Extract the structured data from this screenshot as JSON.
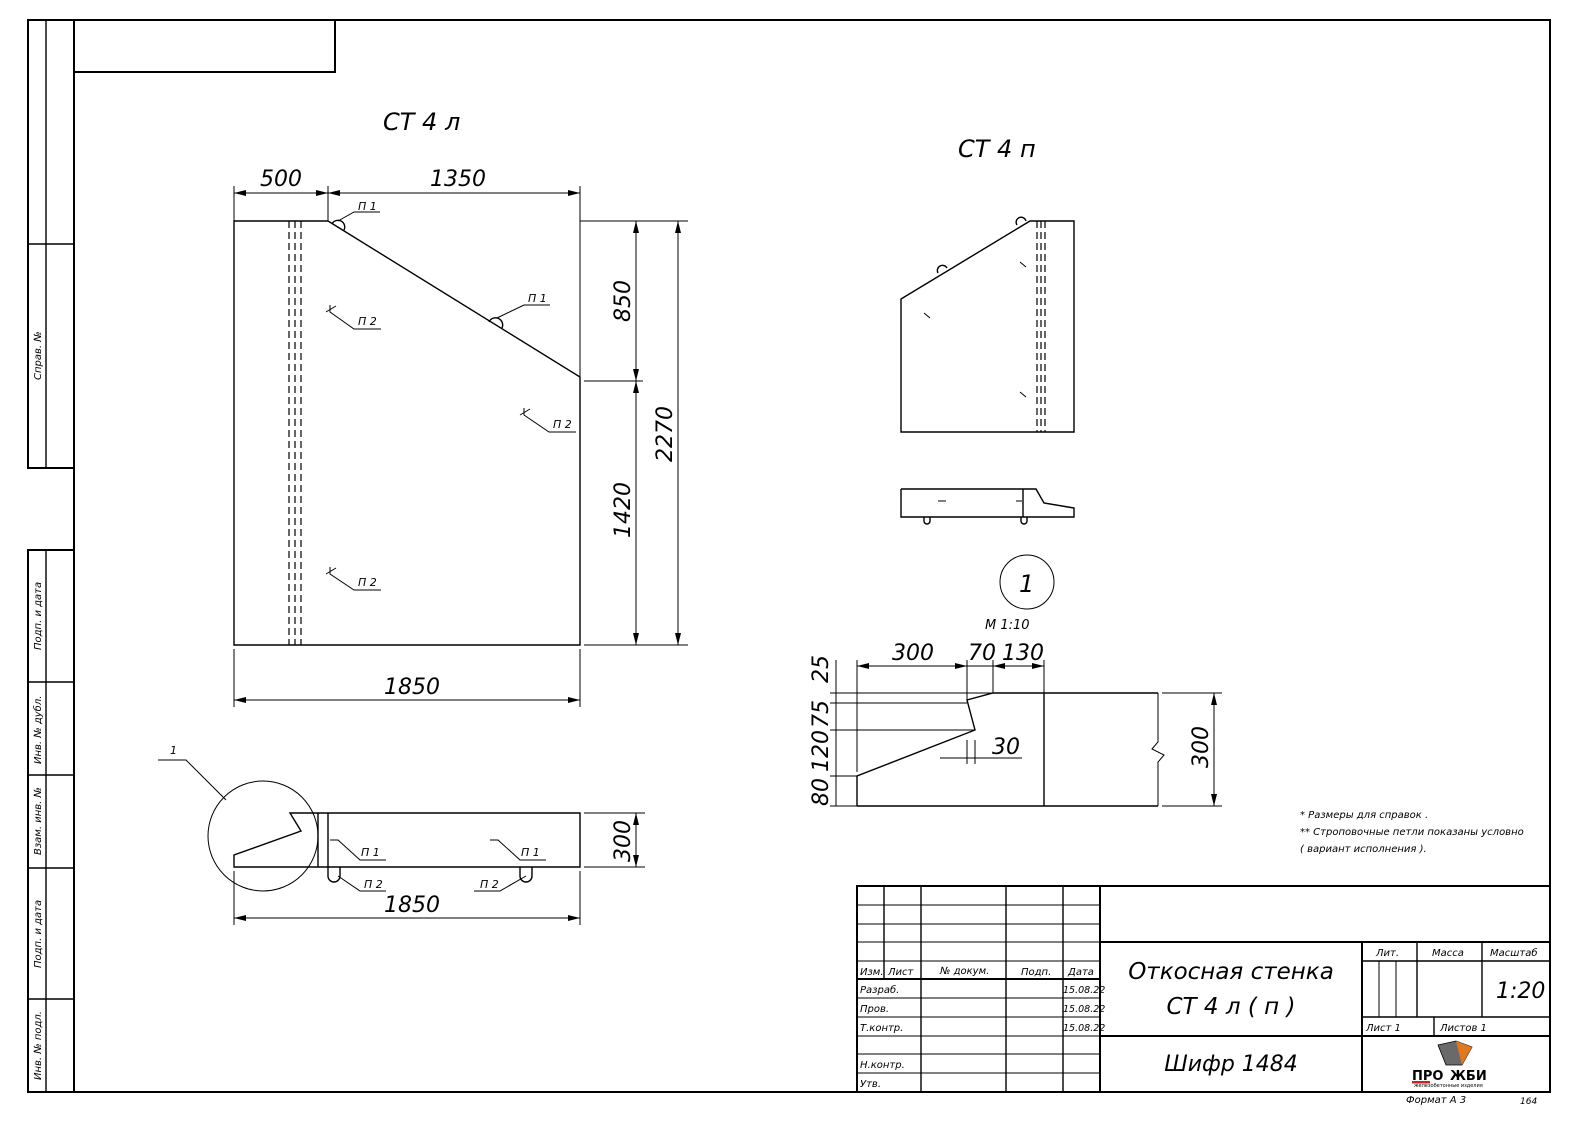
{
  "views": {
    "left_title": "СТ 4 л",
    "right_title": "СТ 4 п",
    "detail_number": "1",
    "detail_scale": "М  1:10"
  },
  "dims": {
    "w500": "500",
    "w1350": "1350",
    "h850": "850",
    "h1420": "1420",
    "h2270": "2270",
    "w1850": "1850",
    "w1850b": "1850",
    "h300": "300",
    "d300": "300",
    "d70": "70",
    "d130": "130",
    "d25": "25",
    "d75": "75",
    "d120": "120",
    "d80": "80",
    "d30": "30",
    "d300v": "300"
  },
  "labels": {
    "p1": "П 1",
    "p2": "П 2",
    "leader1": "1"
  },
  "notes": {
    "line1": "* Размеры для справок .",
    "line2": "** Строповочные петли показаны условно",
    "line3": "( вариант исполнения )."
  },
  "side_stamp": {
    "sprav": "Справ. №",
    "podp1": "Подп. и дата",
    "inv_dubl": "Инв. № дубл.",
    "vzam": "Взам. инв. №",
    "podp2": "Подп. и дата",
    "inv_podl": "Инв. № подл."
  },
  "title_block": {
    "izm": "Изм.",
    "list": "Лист",
    "doc": "№ докум.",
    "podp": "Подп.",
    "date": "Дата",
    "razrab": "Разраб.",
    "prov": "Пров.",
    "tkontr": "Т.контр.",
    "nkontr": "Н.контр.",
    "utv": "Утв.",
    "date1": "15.08.22",
    "date2": "15.08.22",
    "date3": "15.08.22",
    "name_line1": "Откосная стенка",
    "name_line2": "СТ 4 л ( п )",
    "lit": "Лит.",
    "massa": "Масса",
    "masshtab": "Масштаб",
    "scale": "1:20",
    "sheet": "Лист  1",
    "sheets": "Листов  1",
    "code": "Шифр  1484",
    "logo_a": "ПРО",
    "logo_b": "ЖБИ",
    "logo_sub": "железобетонные изделия",
    "format": "Формат А 3",
    "page_no": "164"
  }
}
